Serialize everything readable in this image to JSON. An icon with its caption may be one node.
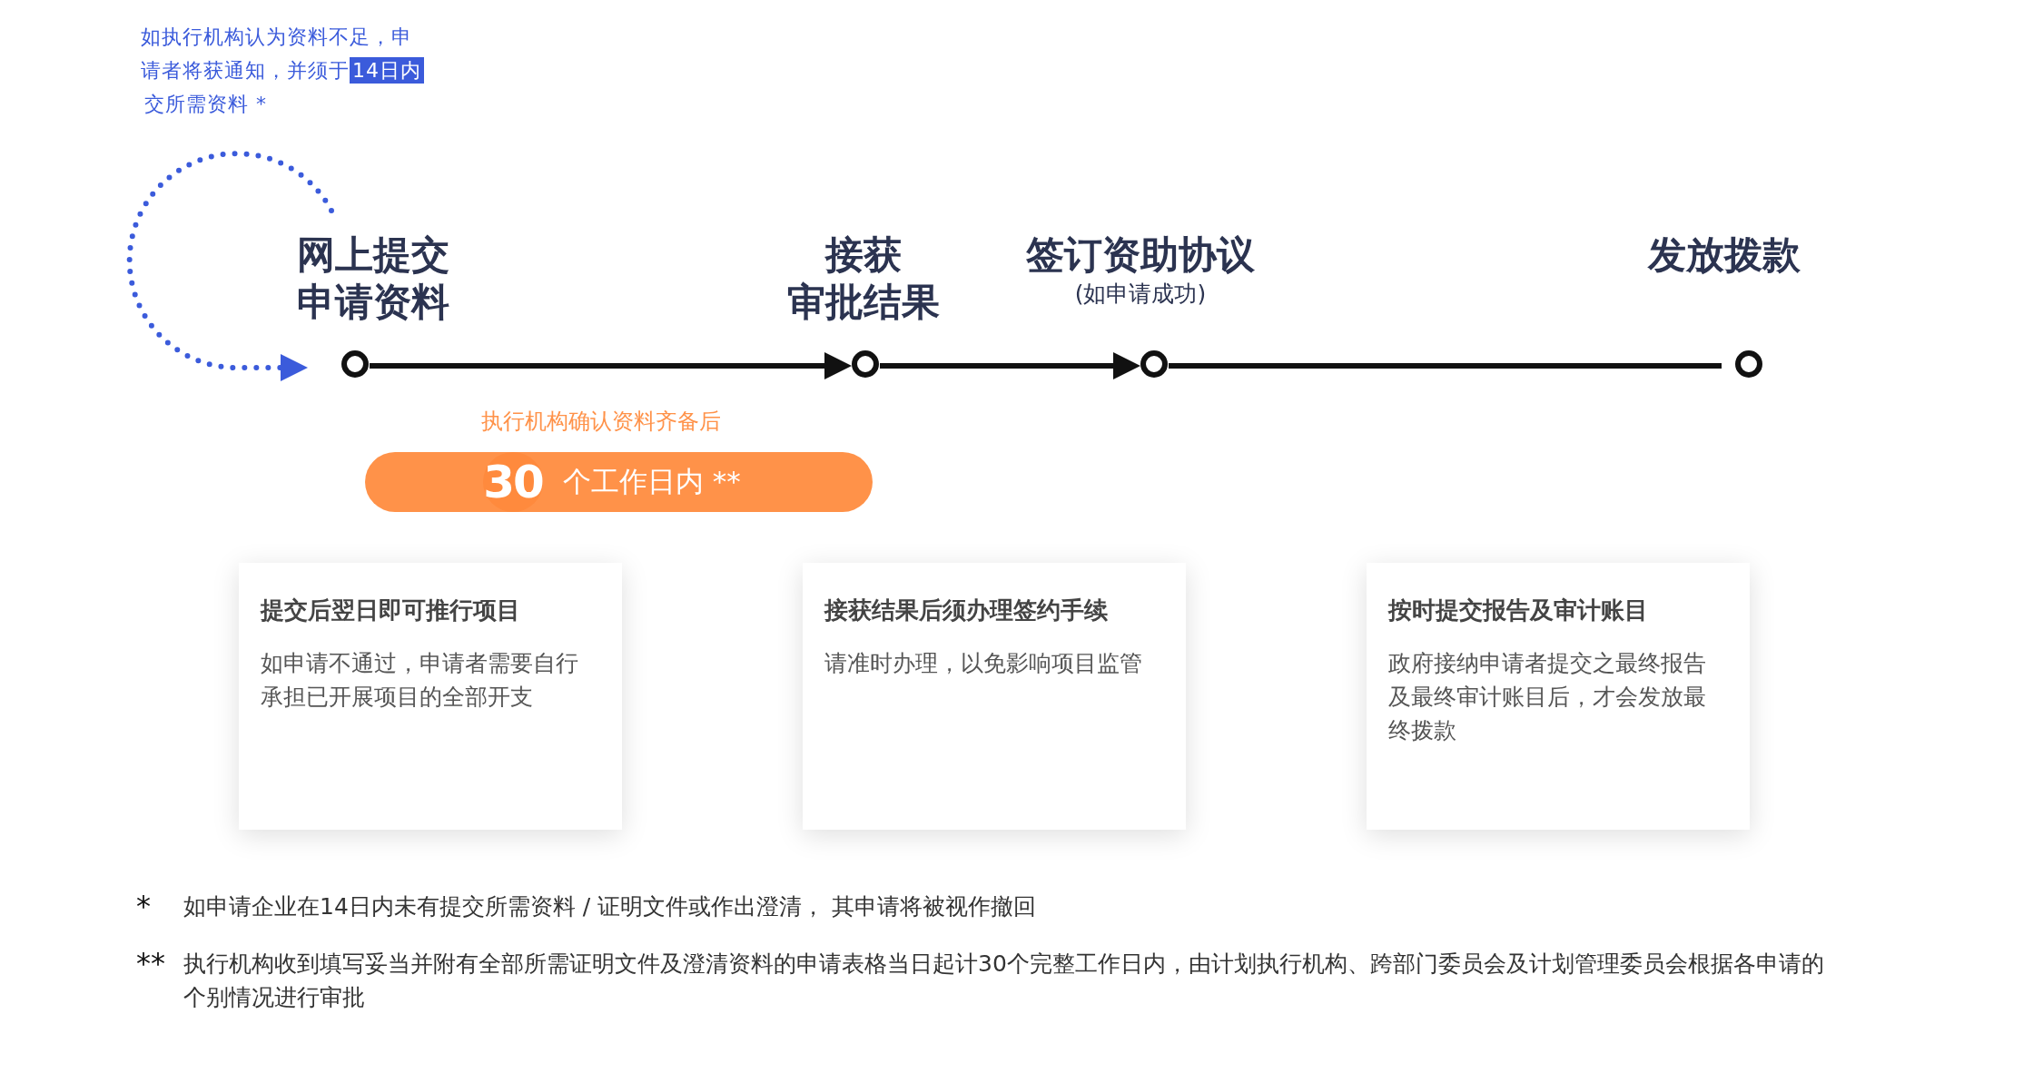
{
  "diagram": {
    "nodes": [
      {
        "text": [
          "网上提交申请资料"
        ]
      },
      {
        "text": [
          "接获",
          "审批结果"
        ]
      },
      {
        "text": [
          "签订资助协议",
          "(如申请成功)"
        ]
      },
      {
        "text": [
          "发放拨款"
        ]
      },
      {
        "text": [
          "个工作日内 **"
        ]
      },
      {
        "text": [
          "30"
        ],
        "in": 4
      },
      {
        "text": [
          "提交后翌日即可推行项目",
          "如申请不通过，申请者需要自行承担已开展项目的全部开支"
        ]
      },
      {
        "text": [
          "接获结果后须办理签约手续",
          "请准时办理，以免影响项目监管"
        ]
      },
      {
        "text": [
          "按时提交报告及审计账目",
          "政府接纳申请者提交之最终报告及最终审计账目后，才会发放最终拨款"
        ]
      }
    ],
    "edges": [
      {
        "from": null,
        "to": 0,
        "arrow": "to",
        "style": "dashed",
        "color": "#3b5bdb"
      },
      {
        "from": 0,
        "to": 1,
        "arrow": "to"
      },
      {
        "from": 1,
        "to": 2,
        "arrow": "to"
      },
      {
        "from": 2,
        "to": 3,
        "arrow": "none"
      }
    ],
    "labels": [
      "如执行机构认为资料不足，申请者将获通知，并须于",
      "14日内",
      "交所需资料 *",
      "执行机构确认资料齐备后",
      "*",
      "如申请企业在14日内未有提交所需资料 / 证明文件或作出澄清， 其申请将被视作撤回",
      "**",
      "执行机构收到填写妥当并附有全部所需证明文件及澄清资料的申请表格当日起计30个完整工作日内，由计划执行机构、跨部门委员会及计划管理委员会根据各申请的个别情况进行审批"
    ]
  }
}
